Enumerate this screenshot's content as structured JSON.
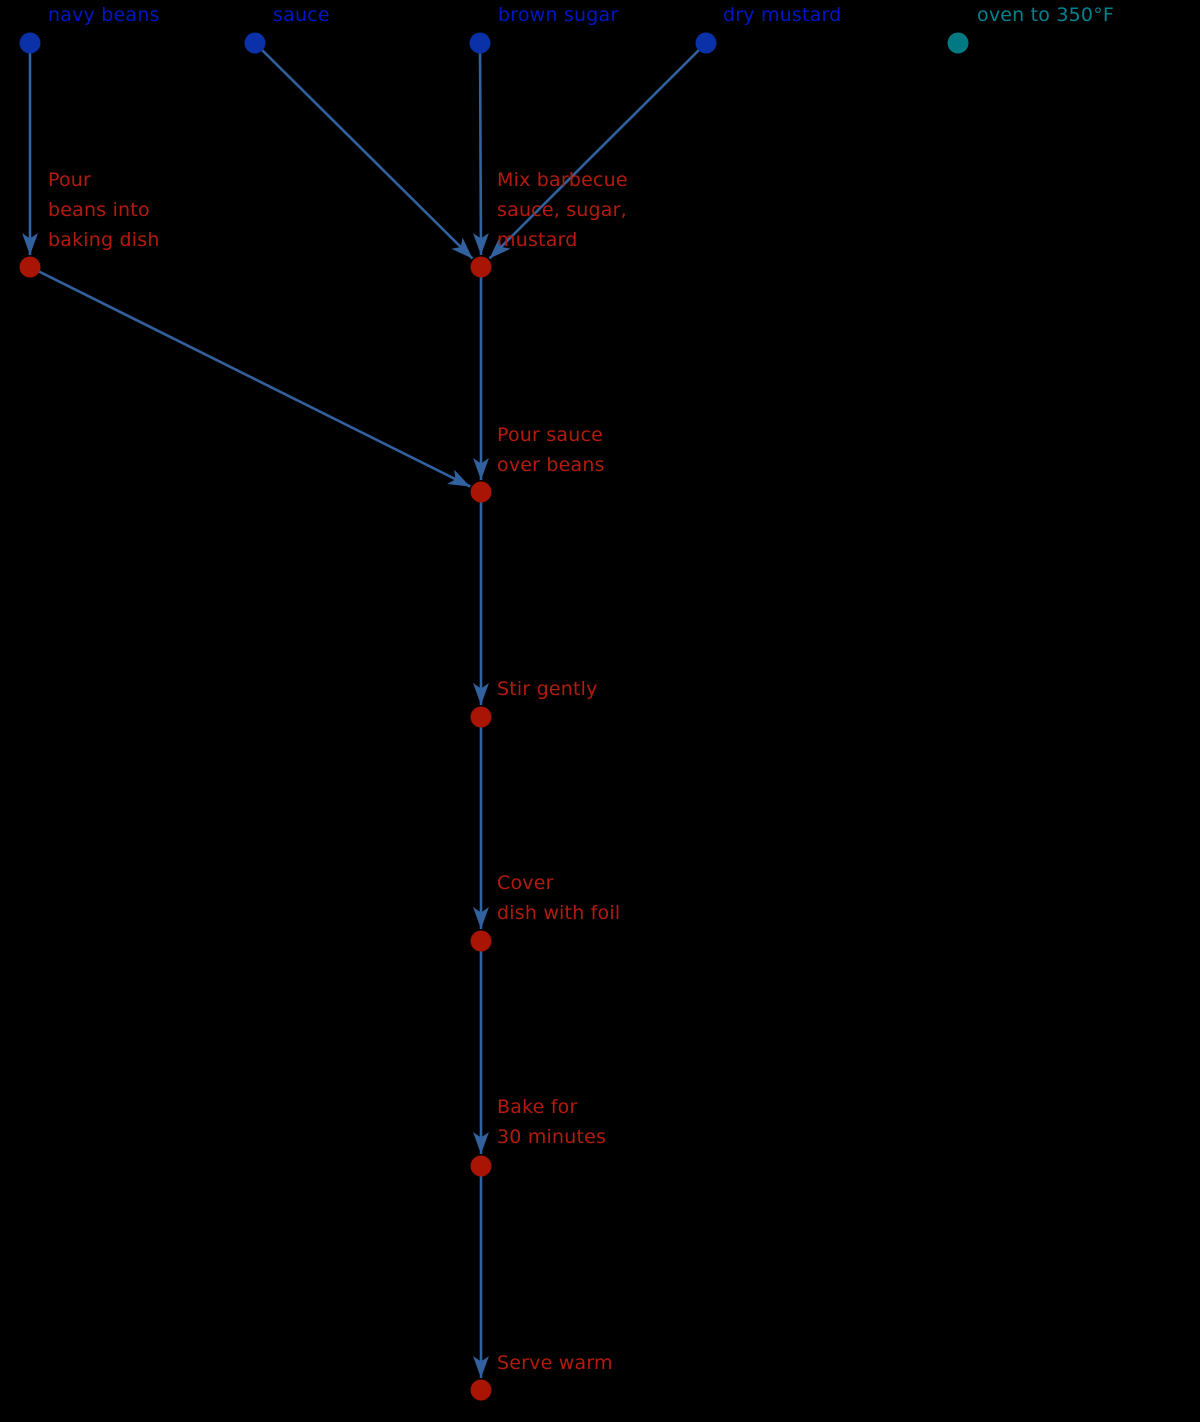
{
  "diagram": {
    "title": "baked beans recipe flow",
    "background": "#000000",
    "colors": {
      "ingredient_node": "#0a31a8",
      "ingredient_label": "#0017c8",
      "oven_node": "#007982",
      "oven_label": "#008291",
      "step_node": "#a81504",
      "step_label": "#b31b0d",
      "edge": "#31619e"
    },
    "nodes": [
      {
        "id": "navy-beans",
        "type": "ingredient",
        "label": "navy beans"
      },
      {
        "id": "sauce",
        "type": "ingredient",
        "label": "sauce"
      },
      {
        "id": "brown-sugar",
        "type": "ingredient",
        "label": "brown sugar"
      },
      {
        "id": "dry-mustard",
        "type": "ingredient",
        "label": "dry mustard"
      },
      {
        "id": "oven",
        "type": "oven",
        "label": "oven to 350°F"
      },
      {
        "id": "pour-beans",
        "type": "step",
        "label": "Pour\nbeans into\nbaking dish"
      },
      {
        "id": "mix-sauce",
        "type": "step",
        "label": "Mix barbecue\nsauce, sugar,\nmustard"
      },
      {
        "id": "pour-sauce",
        "type": "step",
        "label": "Pour sauce\nover beans"
      },
      {
        "id": "stir",
        "type": "step",
        "label": "Stir gently"
      },
      {
        "id": "cover",
        "type": "step",
        "label": "Cover\ndish with foil"
      },
      {
        "id": "bake",
        "type": "step",
        "label": "Bake for\n30 minutes"
      },
      {
        "id": "serve",
        "type": "step",
        "label": "Serve warm"
      }
    ],
    "edges": [
      {
        "from": "navy-beans",
        "to": "pour-beans"
      },
      {
        "from": "sauce",
        "to": "mix-sauce"
      },
      {
        "from": "brown-sugar",
        "to": "mix-sauce"
      },
      {
        "from": "dry-mustard",
        "to": "mix-sauce"
      },
      {
        "from": "pour-beans",
        "to": "pour-sauce"
      },
      {
        "from": "mix-sauce",
        "to": "pour-sauce"
      },
      {
        "from": "pour-sauce",
        "to": "stir"
      },
      {
        "from": "stir",
        "to": "cover"
      },
      {
        "from": "cover",
        "to": "bake"
      },
      {
        "from": "bake",
        "to": "serve"
      }
    ]
  }
}
